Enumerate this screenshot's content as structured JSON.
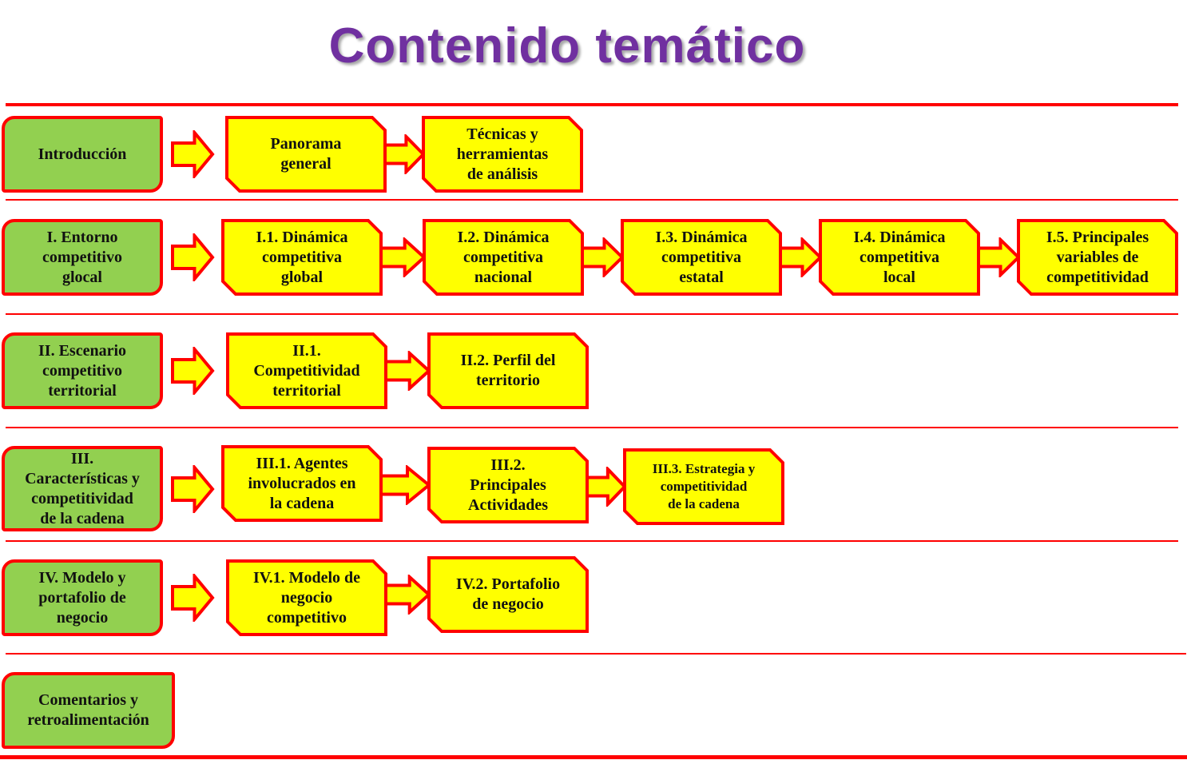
{
  "title": "Contenido temático",
  "colors": {
    "title": "#7030A0",
    "green": "#92D050",
    "yellow": "#FFFF00",
    "border": "#FF0000"
  },
  "rows": [
    {
      "section": "Introducción",
      "topics": [
        "Panorama\ngeneral",
        "Técnicas y\nherramientas\nde análisis"
      ]
    },
    {
      "section": "I. Entorno\ncompetitivo\nglocal",
      "topics": [
        "I.1. Dinámica\ncompetitiva\nglobal",
        "I.2.  Dinámica\ncompetitiva\nnacional",
        "I.3. Dinámica\ncompetitiva\nestatal",
        "I.4.  Dinámica\ncompetitiva\nlocal",
        "I.5. Principales\nvariables de\ncompetitividad"
      ]
    },
    {
      "section": "II. Escenario\ncompetitivo\nterritorial",
      "topics": [
        "II.1.\nCompetitividad\nterritorial",
        "II.2. Perfil del\nterritorio"
      ]
    },
    {
      "section": "III.\nCaracterísticas y\ncompetitividad\nde la cadena",
      "topics": [
        "III.1. Agentes\ninvolucrados en\nla cadena",
        "III.2.\nPrincipales\nActividades",
        "III.3.  Estrategia y\ncompetitividad\nde la cadena"
      ]
    },
    {
      "section": "IV. Modelo  y\nportafolio de\nnegocio",
      "topics": [
        "IV.1.  Modelo de\nnegocio\ncompetitivo",
        "IV.2. Portafolio\nde negocio"
      ]
    },
    {
      "section": "Comentarios y\nretroalimentación",
      "topics": []
    }
  ]
}
